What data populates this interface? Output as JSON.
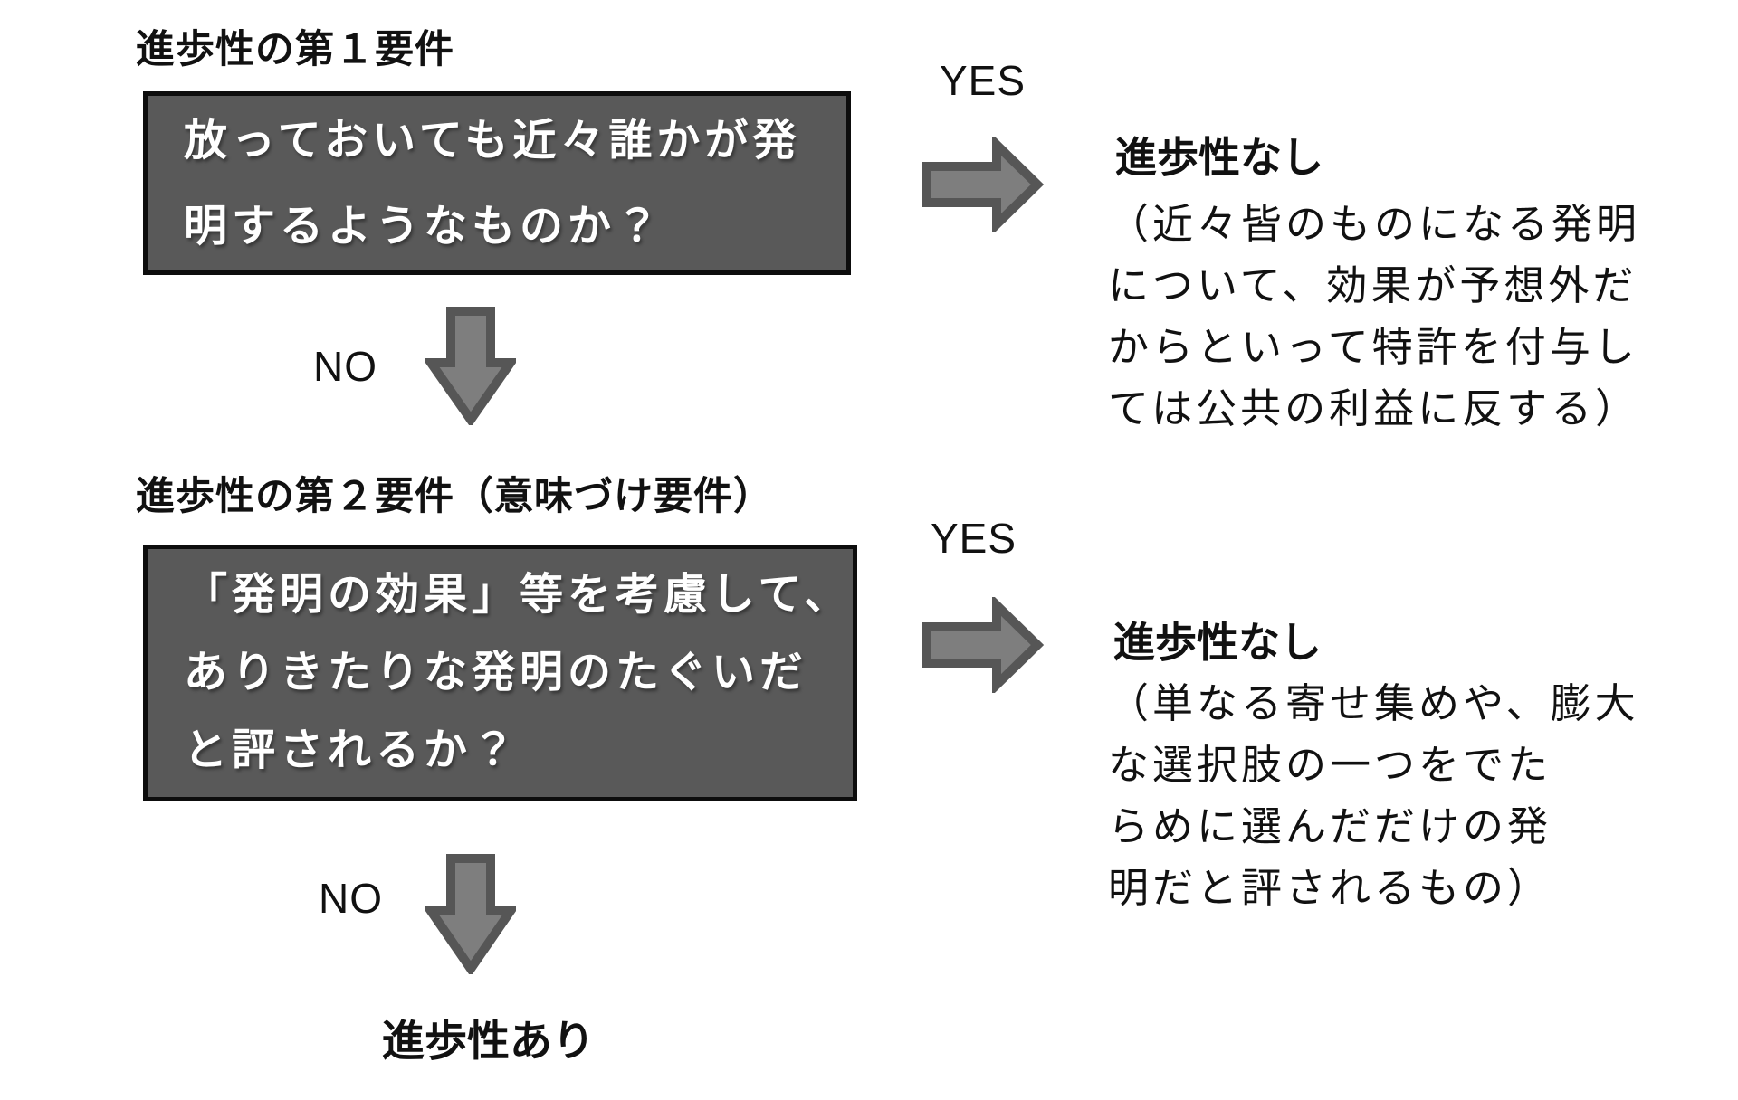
{
  "colors": {
    "box_fill": "#595959",
    "box_border": "#0d0d0d",
    "box_text": "#ffffff",
    "arrow_fill": "#7e7e7e",
    "arrow_outline": "#565656",
    "text": "#111111",
    "background": "#ffffff"
  },
  "step1": {
    "title": "進歩性の第１要件",
    "question_lines": [
      "放っておいても近々誰かが発",
      "明するようなものか？"
    ],
    "yes_label": "YES",
    "no_label": "NO",
    "result": {
      "heading": "進歩性なし",
      "body_lines": [
        "（近々皆のものになる発明",
        "について、効果が予想外だ",
        "からといって特許を付与し",
        "ては公共の利益に反する）"
      ]
    }
  },
  "step2": {
    "title": "進歩性の第２要件（意味づけ要件）",
    "question_lines": [
      "「発明の効果」等を考慮して、",
      "ありきたりな発明のたぐいだ",
      "と評されるか？"
    ],
    "yes_label": "YES",
    "no_label": "NO",
    "result": {
      "heading": "進歩性なし",
      "body_lines": [
        "（単なる寄せ集めや、膨大",
        "な選択肢の一つをでた",
        "らめに選んだだけの発",
        "明だと評されるもの）"
      ]
    }
  },
  "final_label": "進歩性あり"
}
